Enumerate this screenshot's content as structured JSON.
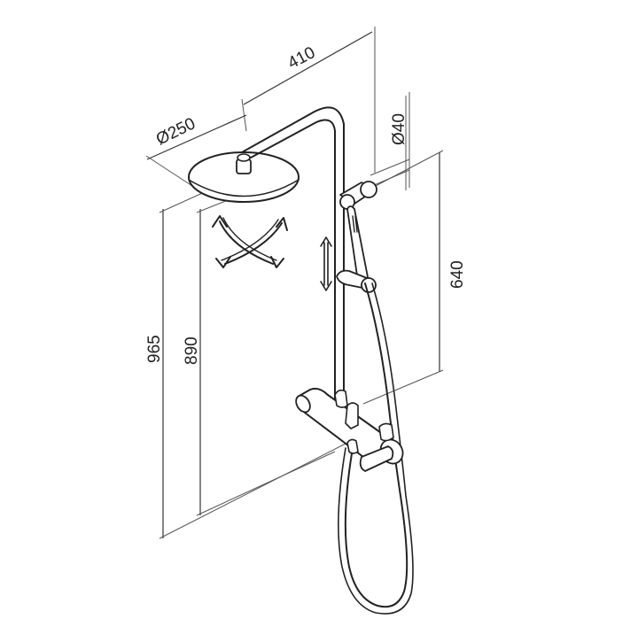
{
  "dimensions": {
    "width_total": "410",
    "head_diameter": "Ø250",
    "pipe_diameter": "Ø40",
    "slide_rail_length": "640",
    "height_total": "965",
    "height_head": "890"
  },
  "colors": {
    "ink": "#222222",
    "background": "#ffffff"
  },
  "icons": {
    "swivel": "head-swivel-arrows-icon",
    "height_adjust": "height-adjust-arrow-icon"
  }
}
